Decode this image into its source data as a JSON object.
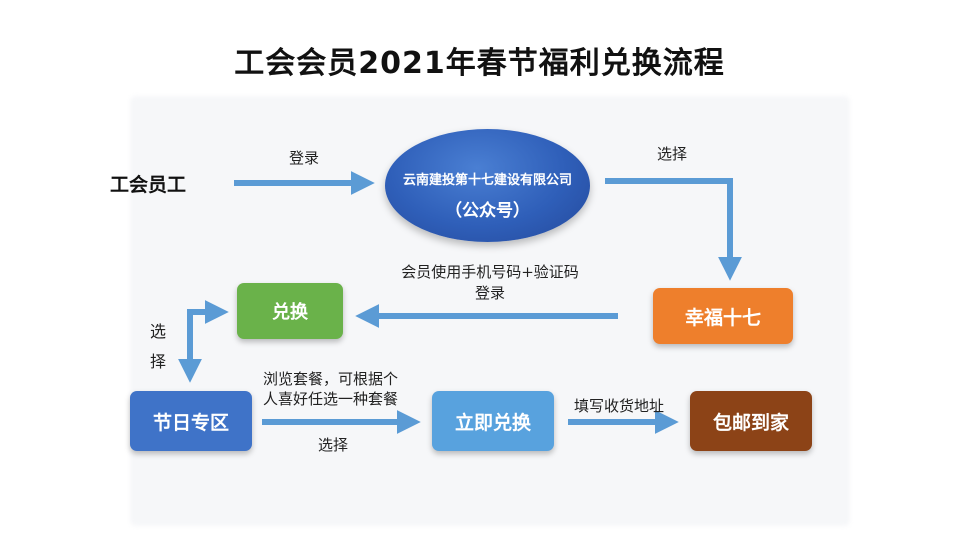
{
  "title": "工会会员2021年春节福利兑换流程",
  "nodes": {
    "employee": "工会员工",
    "account_line1": "云南建投第十七建设有限公司",
    "account_line2": "（公众号）",
    "happy": "幸福十七",
    "exchange": "兑换",
    "holiday": "节日专区",
    "redeem": "立即兑换",
    "home": "包邮到家"
  },
  "edge_labels": {
    "login": "登录",
    "select_top": "选择",
    "phone_login_line1": "会员使用手机号码+验证码",
    "phone_login_line2": "登录",
    "select_left_1": "选",
    "select_left_2": "择",
    "browse_line1": "浏览套餐，可根据个",
    "browse_line2": "人喜好任选一种套餐",
    "select_bottom": "选择",
    "fill_address": "填写收货地址"
  },
  "colors": {
    "arrow": "#5b9bd5",
    "ellipse": "#2f5fb9",
    "exchange": "#6ab24a",
    "happy": "#ee7f2c",
    "holiday": "#3f73c8",
    "redeem": "#58a2de",
    "home": "#8c4317"
  }
}
